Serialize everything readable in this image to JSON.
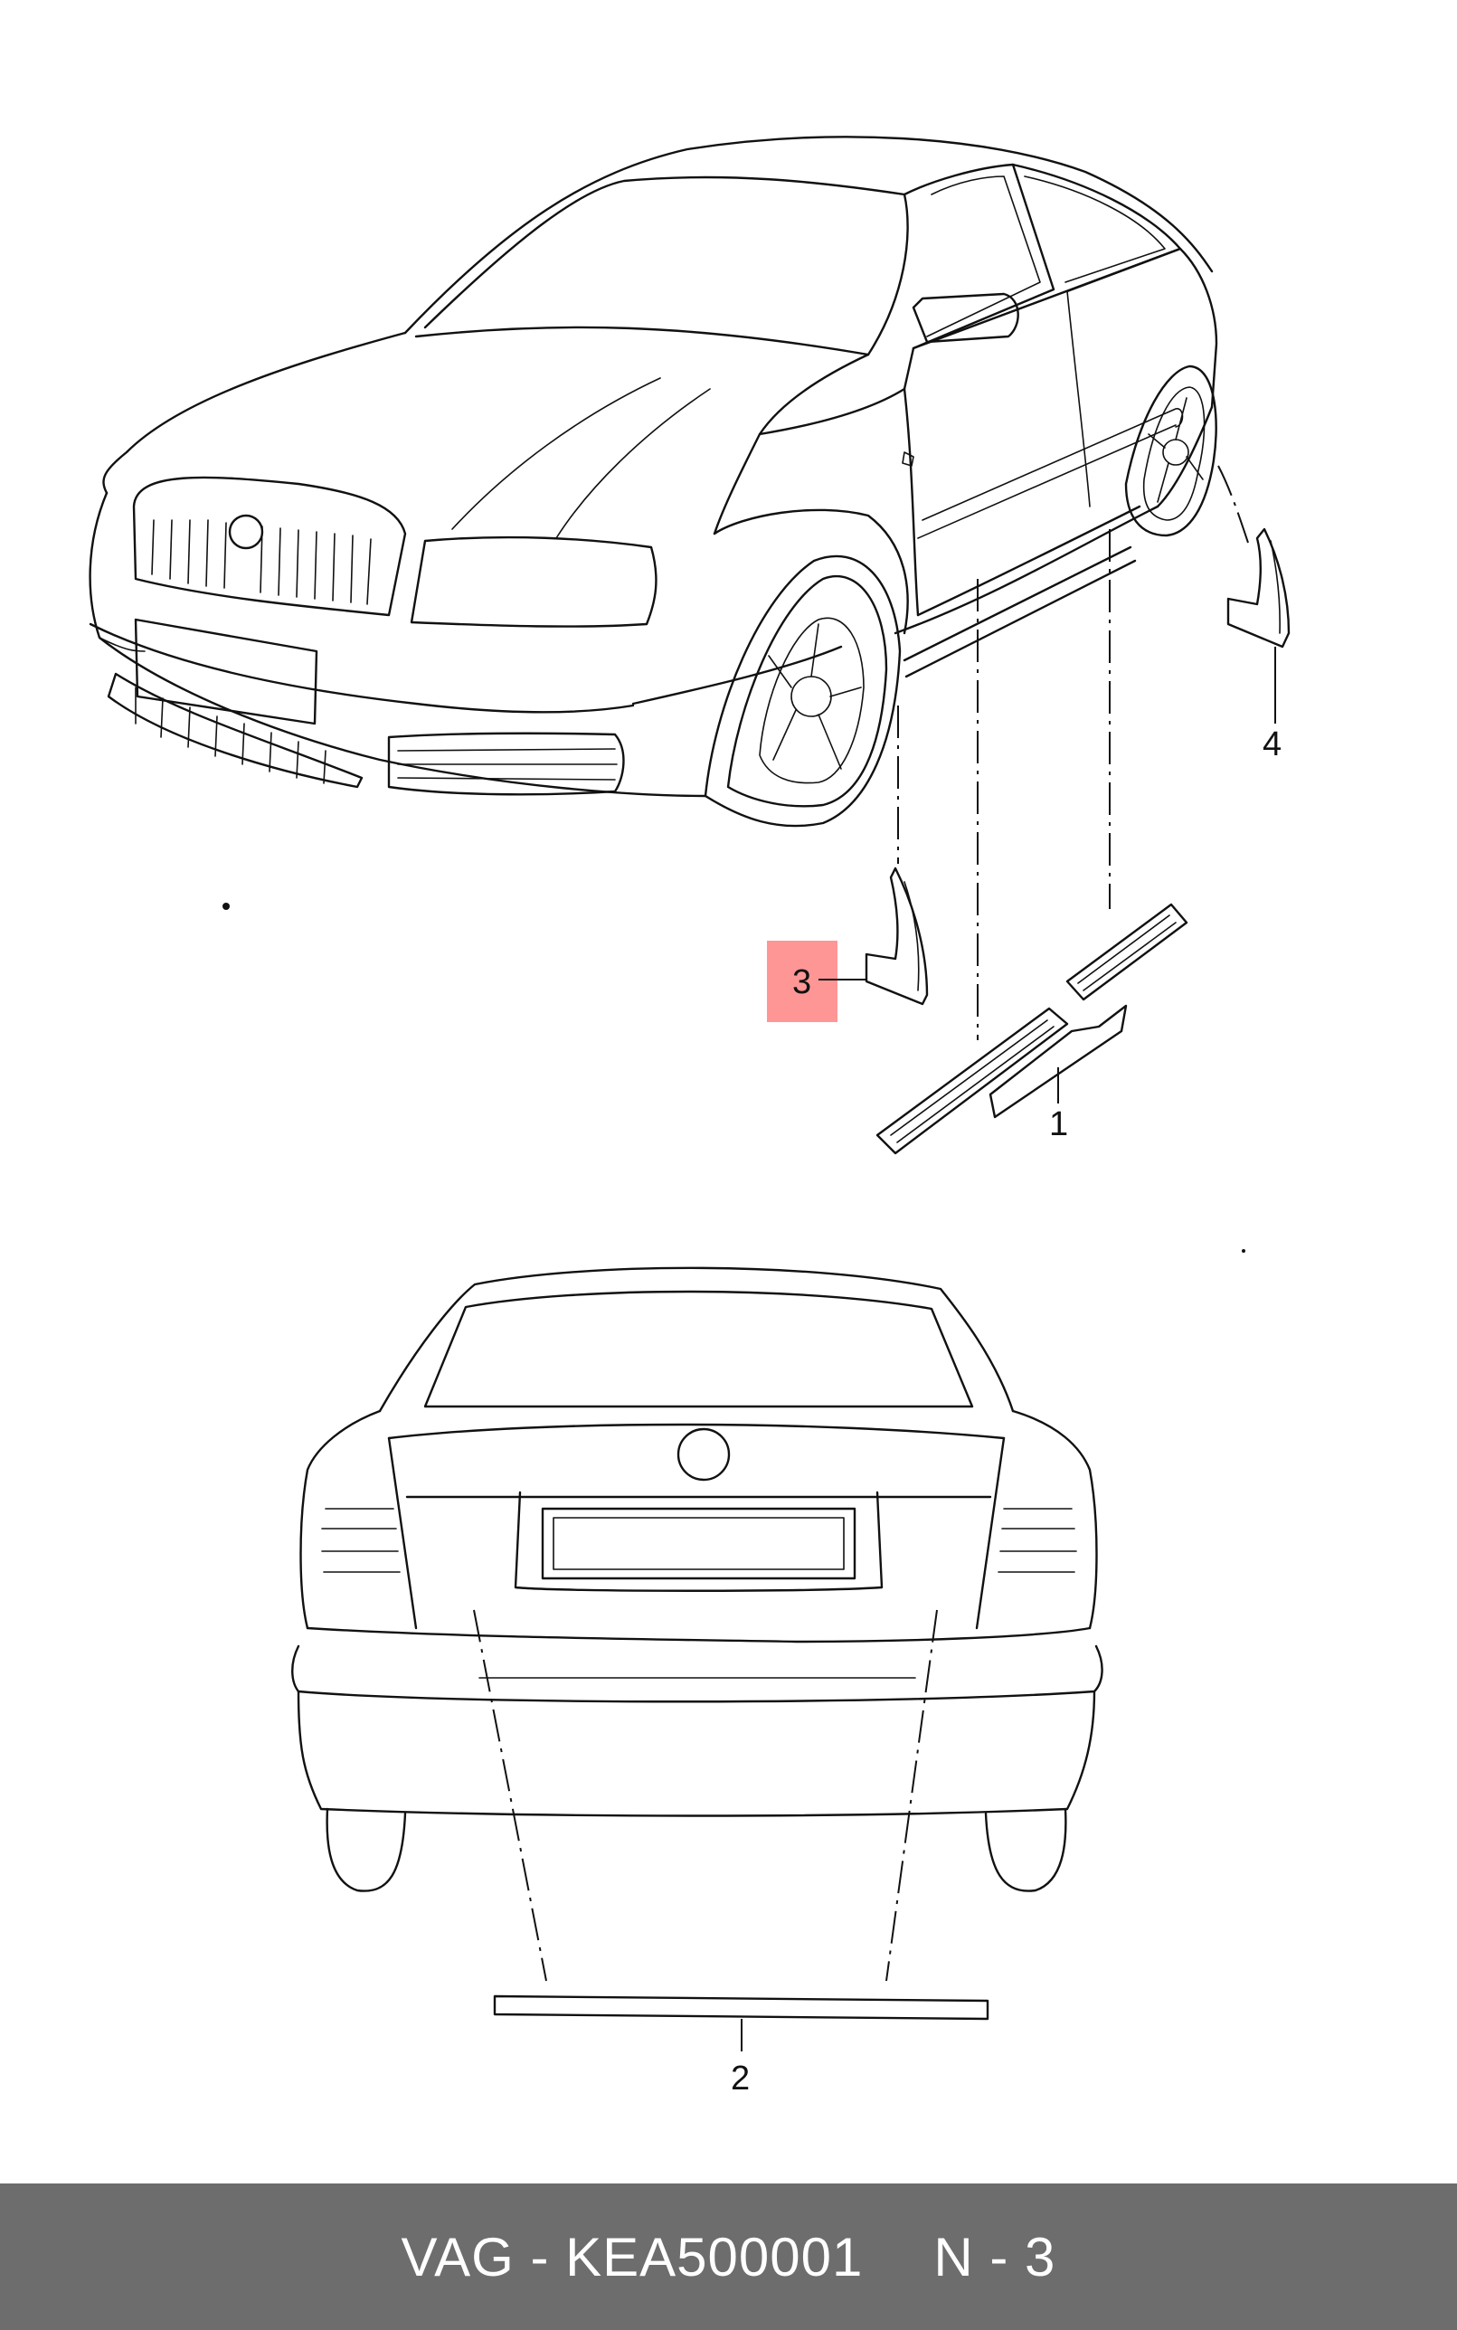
{
  "diagram": {
    "callouts": {
      "c1": "1",
      "c2": "2",
      "c3": "3",
      "c4": "4"
    },
    "highlight_color": "#ff8b8b"
  },
  "footer": {
    "part": "VAG - KEA500001",
    "page": "N - 3",
    "background": "#6d6d6d"
  }
}
